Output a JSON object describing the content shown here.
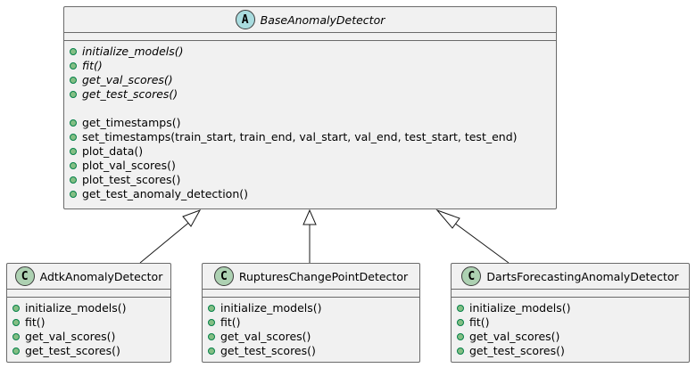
{
  "base": {
    "stereotype": "A",
    "name": "BaseAnomalyDetector",
    "abstract_methods": [
      "initialize_models()",
      "fit()",
      "get_val_scores()",
      "get_test_scores()"
    ],
    "methods": [
      "get_timestamps()",
      "set_timestamps(train_start, train_end, val_start, val_end, test_start, test_end)",
      "plot_data()",
      "plot_val_scores()",
      "plot_test_scores()",
      "get_test_anomaly_detection()"
    ]
  },
  "subclasses": [
    {
      "stereotype": "C",
      "name": "AdtkAnomalyDetector",
      "methods": [
        "initialize_models()",
        "fit()",
        "get_val_scores()",
        "get_test_scores()"
      ]
    },
    {
      "stereotype": "C",
      "name": "RupturesChangePointDetector",
      "methods": [
        "initialize_models()",
        "fit()",
        "get_val_scores()",
        "get_test_scores()"
      ]
    },
    {
      "stereotype": "C",
      "name": "DartsForecastingAnomalyDetector",
      "methods": [
        "initialize_models()",
        "fit()",
        "get_val_scores()",
        "get_test_scores()"
      ]
    }
  ],
  "colors": {
    "class_fill": "#f1f1f1",
    "border": "#6a6a6a",
    "abstract_badge": "#a9dcdf",
    "class_badge": "#add1b2",
    "visibility_public": "#84be84"
  }
}
